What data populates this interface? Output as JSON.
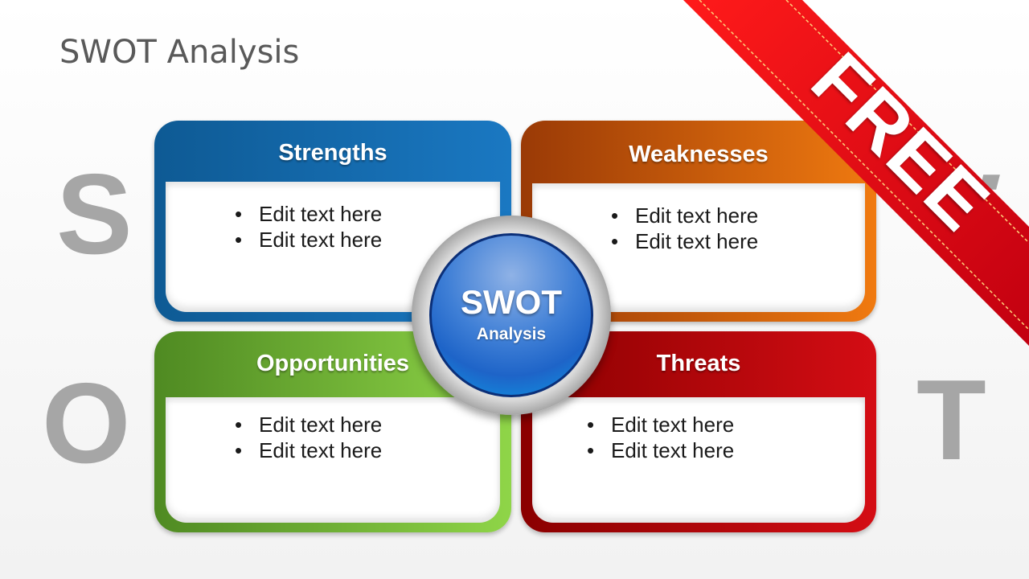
{
  "slide": {
    "title": "SWOT Analysis"
  },
  "letters": {
    "s": "S",
    "w": "W",
    "o": "O",
    "t": "T"
  },
  "quadrants": {
    "strengths": {
      "title": "Strengths",
      "bullets": [
        "Edit text here",
        "Edit text here"
      ],
      "color": "#1a78c2"
    },
    "weaknesses": {
      "title": "Weaknesses",
      "bullets": [
        "Edit text here",
        "Edit text here"
      ],
      "color": "#f07a10"
    },
    "opportunities": {
      "title": "Opportunities",
      "bullets": [
        "Edit text here",
        "Edit text here"
      ],
      "color": "#8fd548"
    },
    "threats": {
      "title": "Threats",
      "bullets": [
        "Edit text here",
        "Edit text here"
      ],
      "color": "#d40d14"
    }
  },
  "hub": {
    "title": "SWOT",
    "subtitle": "Analysis"
  },
  "banner": {
    "label": "FREE",
    "color": "#e30613"
  }
}
